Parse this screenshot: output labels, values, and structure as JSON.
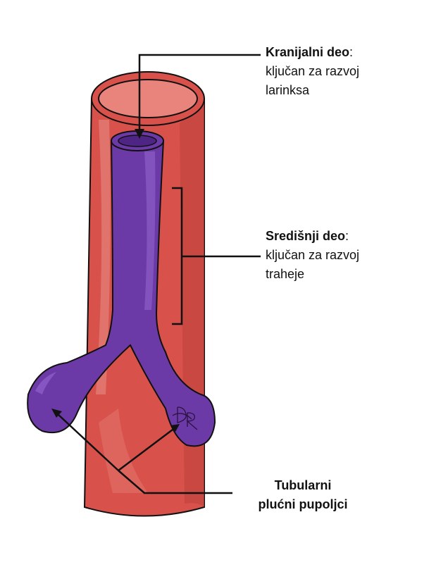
{
  "labels": {
    "cranial": {
      "title": "Kranijalni deo",
      "colon": ":",
      "line1": "ključan za razvoj",
      "line2": "larinksa"
    },
    "middle": {
      "title": "Središnji deo",
      "colon": ":",
      "line1": "ključan za razvoj",
      "line2": "traheje"
    },
    "buds": {
      "line1": "Tubularni",
      "line2": "plućni pupoljci"
    }
  },
  "signature": "DR",
  "colors": {
    "esophagus": "#d9514b",
    "esophagus_light": "#e27a71",
    "esophagus_dark": "#a83a35",
    "tube": "#6c3aa6",
    "tube_light": "#8c5cc8",
    "tube_dark": "#4e2585",
    "outline": "#111111"
  }
}
